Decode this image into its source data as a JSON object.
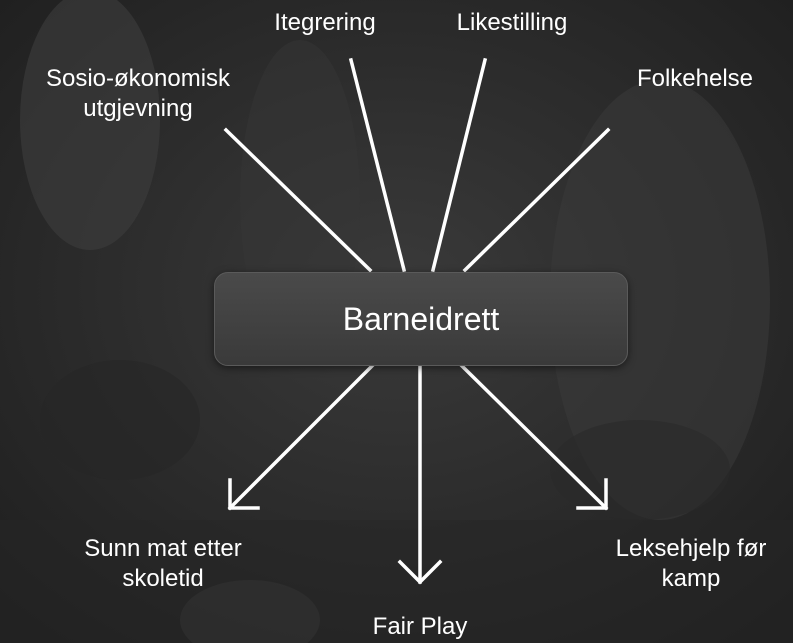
{
  "center": {
    "label": "Barneidrett"
  },
  "inputs": [
    {
      "line1": "Sosio-økonomisk",
      "line2": "utgjevning"
    },
    {
      "line1": "Itegrering"
    },
    {
      "line1": "Likestilling"
    },
    {
      "line1": "Folkehelse"
    }
  ],
  "outputs": [
    {
      "line1": "Sunn mat etter",
      "line2": "skoletid"
    },
    {
      "line1": "Fair Play"
    },
    {
      "line1": "Leksehjelp før",
      "line2": "kamp"
    }
  ],
  "colors": {
    "background": "#2f2f2f",
    "line": "#ffffff",
    "box": "#444444",
    "text": "#ffffff"
  }
}
